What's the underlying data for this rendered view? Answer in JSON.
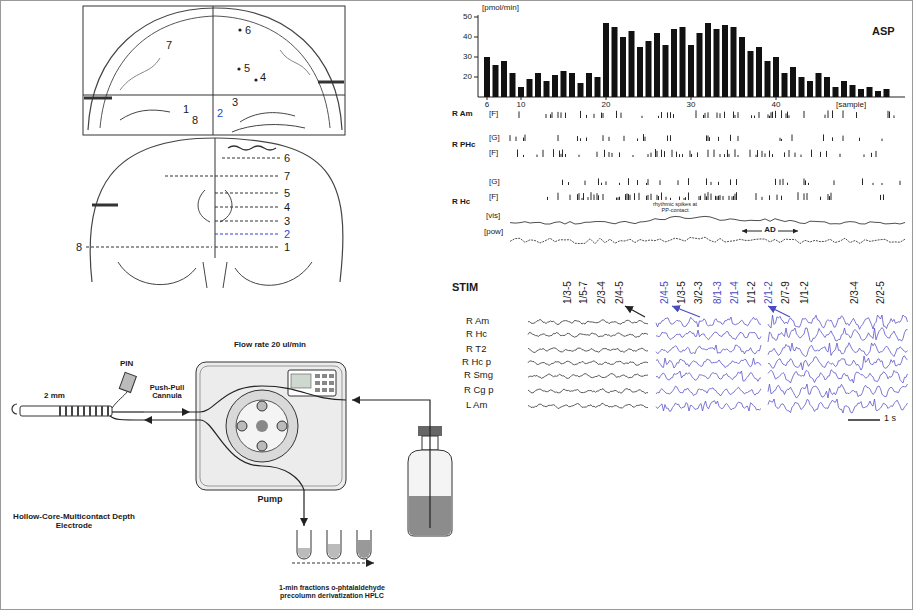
{
  "diagram": {
    "nodes": [
      {
        "text": [
          "Hollow-Core-Multicontact Depth Electrode"
        ]
      },
      {
        "text": [
          "Flow rate 20 ul/min",
          "Pump"
        ]
      },
      {
        "text": [
          "1-min fractions o-phtalaldehyde precolumn derivatization HPLC"
        ]
      }
    ],
    "edges": [
      {
        "from": 1,
        "to": 0,
        "arrow": "to"
      },
      {
        "from": 0,
        "to": 1,
        "arrow": "to"
      },
      {
        "from": 1,
        "to": 2,
        "arrow": "to"
      }
    ],
    "labels": [
      "7",
      "6",
      "5",
      "4",
      "3",
      "2",
      "1",
      "8",
      "6",
      "7",
      "5",
      "4",
      "3",
      "2",
      "1",
      "8",
      "PIN",
      "2 mm",
      "Push-Pull Cannula",
      "50",
      "[pmol/min]",
      "40",
      "30",
      "20",
      "ASP",
      "6",
      "10",
      "20",
      "30",
      "40",
      "[sample]",
      "R Am",
      "[F]",
      "R PHc",
      "[G]",
      "[F]",
      "[G]",
      "[F]",
      "R Hc",
      "[vis]",
      "[pow]",
      "rhythmic spikes at PP-contact",
      "AD",
      "STIM",
      "1/3-5",
      "1/5-7",
      "2/3-4",
      "2/4-5",
      "2/4-5",
      "1/3-5",
      "3/2-3",
      "8/1-3",
      "2/1-4",
      "1/1-2",
      "2/1-2",
      "2/7-9",
      "1/1-2",
      "2/3-4",
      "2/2-5",
      "R Am",
      "R Hc",
      "R T2",
      "R Hc p",
      "R Smg",
      "R Cg p",
      "L Am",
      "1 s"
    ]
  }
}
